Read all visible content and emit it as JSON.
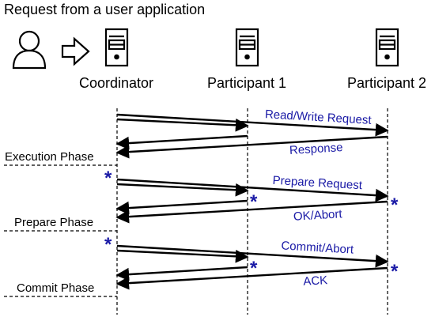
{
  "header": {
    "title": "Request from a user application"
  },
  "nodes": [
    {
      "name": "Coordinator",
      "icon": "server-icon"
    },
    {
      "name": "Participant 1",
      "icon": "server-icon"
    },
    {
      "name": "Participant 2",
      "icon": "server-icon"
    }
  ],
  "icons": {
    "user": "user-icon",
    "arrow": "right-arrow-icon",
    "server": "server-icon",
    "mark": "asterisk-icon"
  },
  "messages": [
    {
      "label": "Read/Write Request"
    },
    {
      "label": "Response"
    },
    {
      "label": "Prepare Request"
    },
    {
      "label": "OK/Abort"
    },
    {
      "label": "Commit/Abort"
    },
    {
      "label": "ACK"
    }
  ],
  "phases": [
    {
      "label": "Execution Phase"
    },
    {
      "label": "Prepare Phase"
    },
    {
      "label": "Commit Phase"
    }
  ],
  "marks": {
    "symbol": "*"
  },
  "colors": {
    "text": "#000000",
    "message_text": "#1a1aa6",
    "mark": "#1a1aa6"
  }
}
